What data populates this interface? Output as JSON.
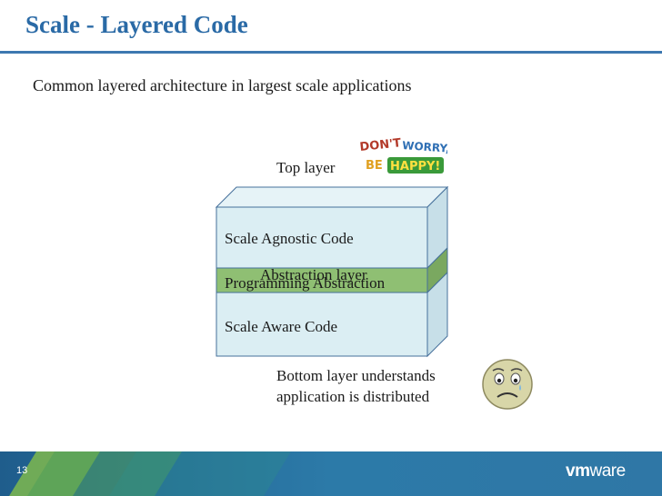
{
  "slide": {
    "title": "Scale - Layered Code",
    "subtitle": "Common layered architecture  in largest scale applications",
    "page_number": "13"
  },
  "diagram": {
    "top_label": "Top layer",
    "layers": [
      {
        "name": "Scale Agnostic Code"
      },
      {
        "name": "Programming Abstraction",
        "overlay": "Abstraction layer"
      },
      {
        "name": "Scale Aware Code"
      }
    ],
    "bottom_label_line1": "Bottom layer understands",
    "bottom_label_line2": "application is distributed",
    "colors": {
      "box_fill": "#dbeef3",
      "box_stroke": "#46709b",
      "middle_fill": "#8fbf73",
      "middle_stroke": "#46709b"
    }
  },
  "images": {
    "sticker_text": "DON'T WORRY BE HAPPY!",
    "sad_face_icon": "sad-face-icon"
  },
  "footer": {
    "logo_vm": "vm",
    "logo_ware": "ware"
  }
}
